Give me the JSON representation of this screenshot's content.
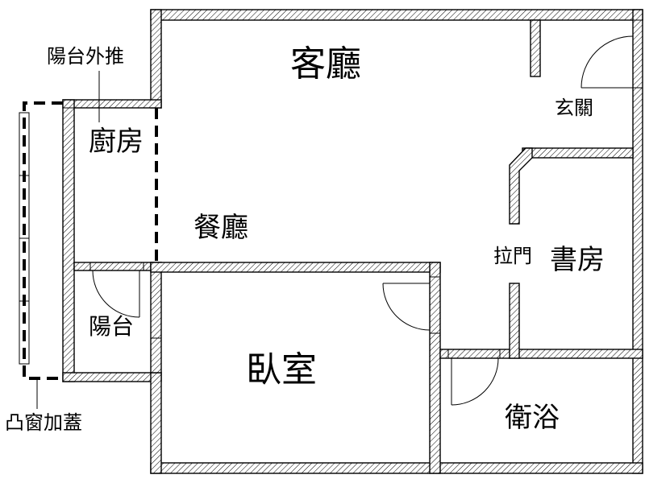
{
  "rooms": {
    "living_room": "客廳",
    "entrance": "玄關",
    "kitchen": "廚房",
    "dining_room": "餐廳",
    "study": "書房",
    "sliding_door": "拉門",
    "balcony": "陽台",
    "bedroom": "臥室",
    "bathroom": "衛浴"
  },
  "annotations": {
    "balcony_extension": "陽台外推",
    "bay_window": "凸窗加蓋"
  },
  "colors": {
    "line": "#000000",
    "background": "#ffffff"
  }
}
